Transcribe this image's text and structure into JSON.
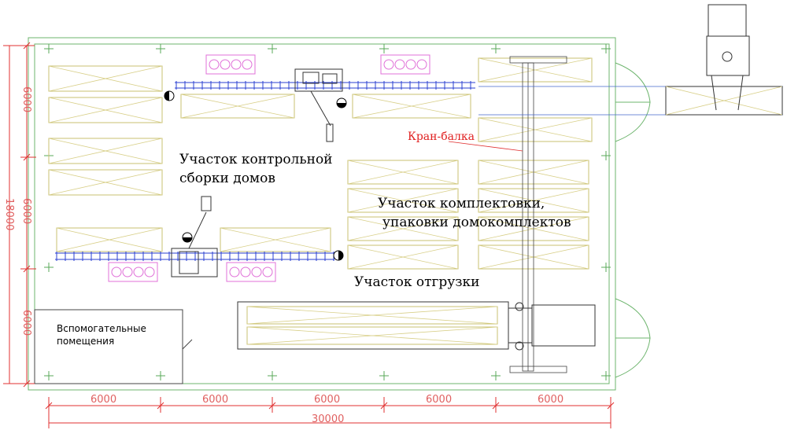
{
  "labels": {
    "control_assembly_1": "Участок контрольной",
    "control_assembly_2": "сборки домов",
    "kitting_1": "Участок комплектовки,",
    "kitting_2": "упаковки домокомплектов",
    "shipping": "Участок отгрузки",
    "crane": "Кран-балка",
    "aux_1": "Вспомогательные",
    "aux_2": "помещения"
  },
  "dimensions": {
    "bottom": [
      "6000",
      "6000",
      "6000",
      "6000",
      "6000"
    ],
    "bottom_total": "30000",
    "left": [
      "6000",
      "6000",
      "6000"
    ],
    "left_total": "18000"
  },
  "colors": {
    "walls": "#6cb46c",
    "dimensions": "#e03030",
    "racks": "#c8c070",
    "conveyors": "#2a3fd0",
    "pallets": "#e070d8"
  }
}
